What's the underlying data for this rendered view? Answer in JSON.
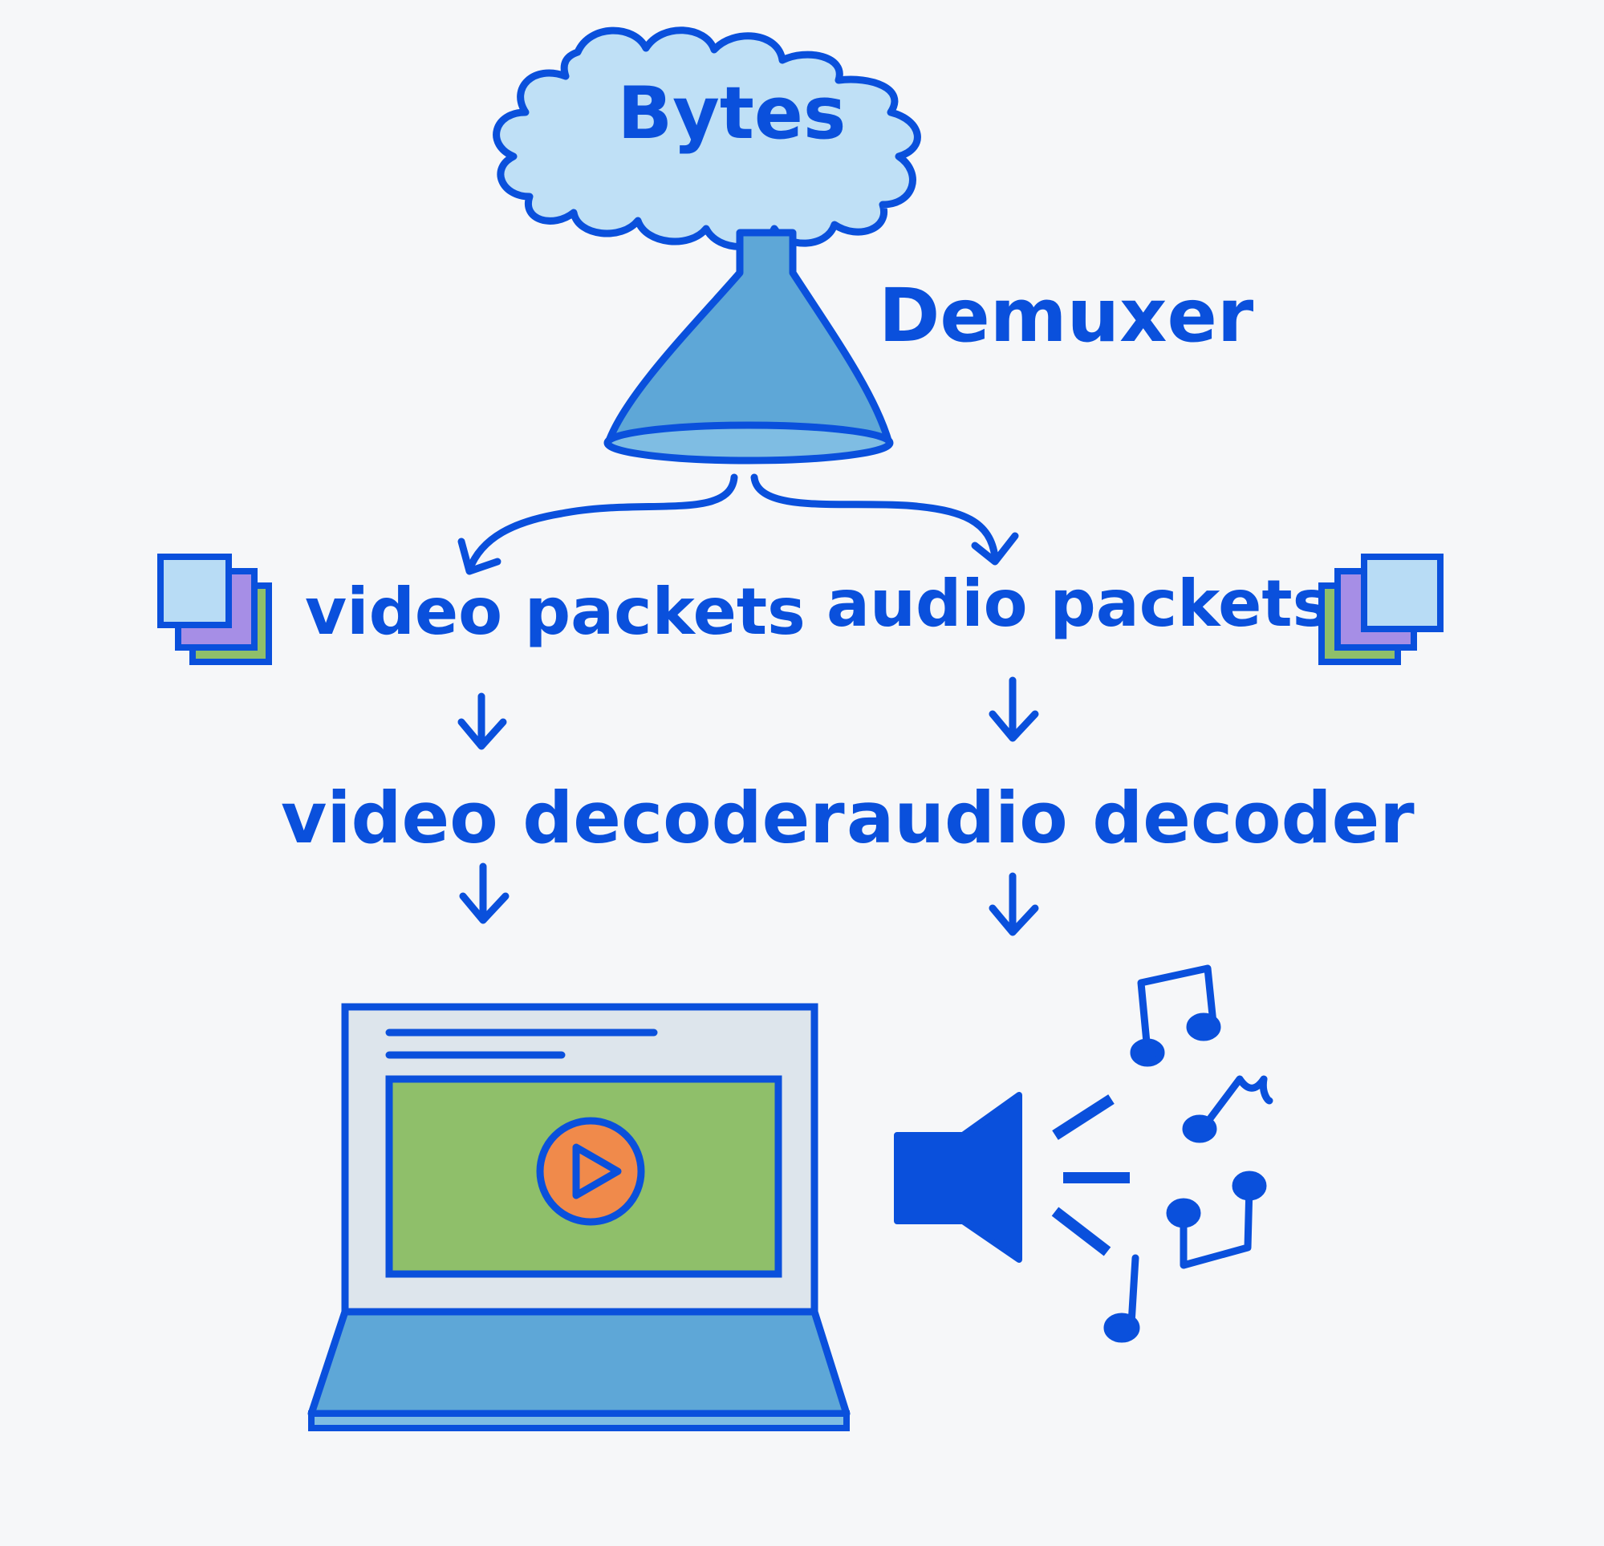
{
  "labels": {
    "source": "Bytes",
    "demuxer": "Demuxer",
    "video_packets": "video packets",
    "audio_packets": "audio packets",
    "video_decoder": "video decoder",
    "audio_decoder": "audio decoder"
  },
  "icons": {
    "source": "cloud-icon",
    "demuxer": "funnel-icon",
    "video_packets": "stacked-frames-icon",
    "audio_packets": "stacked-frames-icon",
    "video_output": "laptop-icon",
    "play": "play-icon",
    "audio_output": "speaker-icon",
    "notes": "music-notes-icon"
  },
  "colors": {
    "ink": "#0a50dc",
    "background": "#f6f7f9",
    "cloud_fill": "#bfe0f6",
    "funnel_fill": "#5ea7d7",
    "frame_light": "#b8dcf5",
    "frame_purple": "#a68ee6",
    "frame_green": "#8fbf6a",
    "screen_bezel": "#dde5ec",
    "video_area": "#8fbf6a",
    "play_button": "#f08a4b",
    "laptop_base": "#5ea7d7"
  }
}
